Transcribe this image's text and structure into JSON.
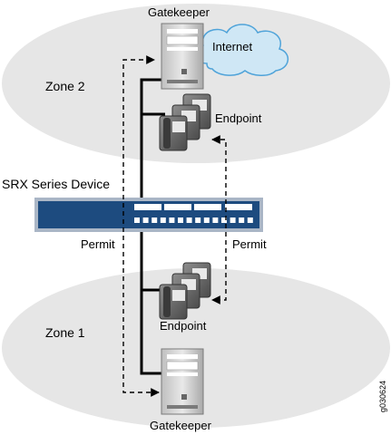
{
  "diagram": {
    "device": {
      "label": "SRX Series Device"
    },
    "zones": {
      "top": {
        "label": "Zone 2"
      },
      "bottom": {
        "label": "Zone 1"
      }
    },
    "internet": {
      "label": "Internet"
    },
    "top_gatekeeper": {
      "label": "Gatekeeper"
    },
    "bottom_gatekeeper": {
      "label": "Gatekeeper"
    },
    "top_endpoint": {
      "label": "Endpoint"
    },
    "bottom_endpoint": {
      "label": "Endpoint"
    },
    "permits": {
      "left": "Permit",
      "right": "Permit"
    },
    "figure_id": "g030624",
    "colors": {
      "zone_fill": "#e6e6e6",
      "cloud_fill": "#cfe7f5",
      "cloud_stroke": "#4fa3d9",
      "device_blue": "#1d4b7f",
      "device_frame": "#aab6c6",
      "server_fill": "#dcdcdc",
      "link": "#000000"
    }
  }
}
